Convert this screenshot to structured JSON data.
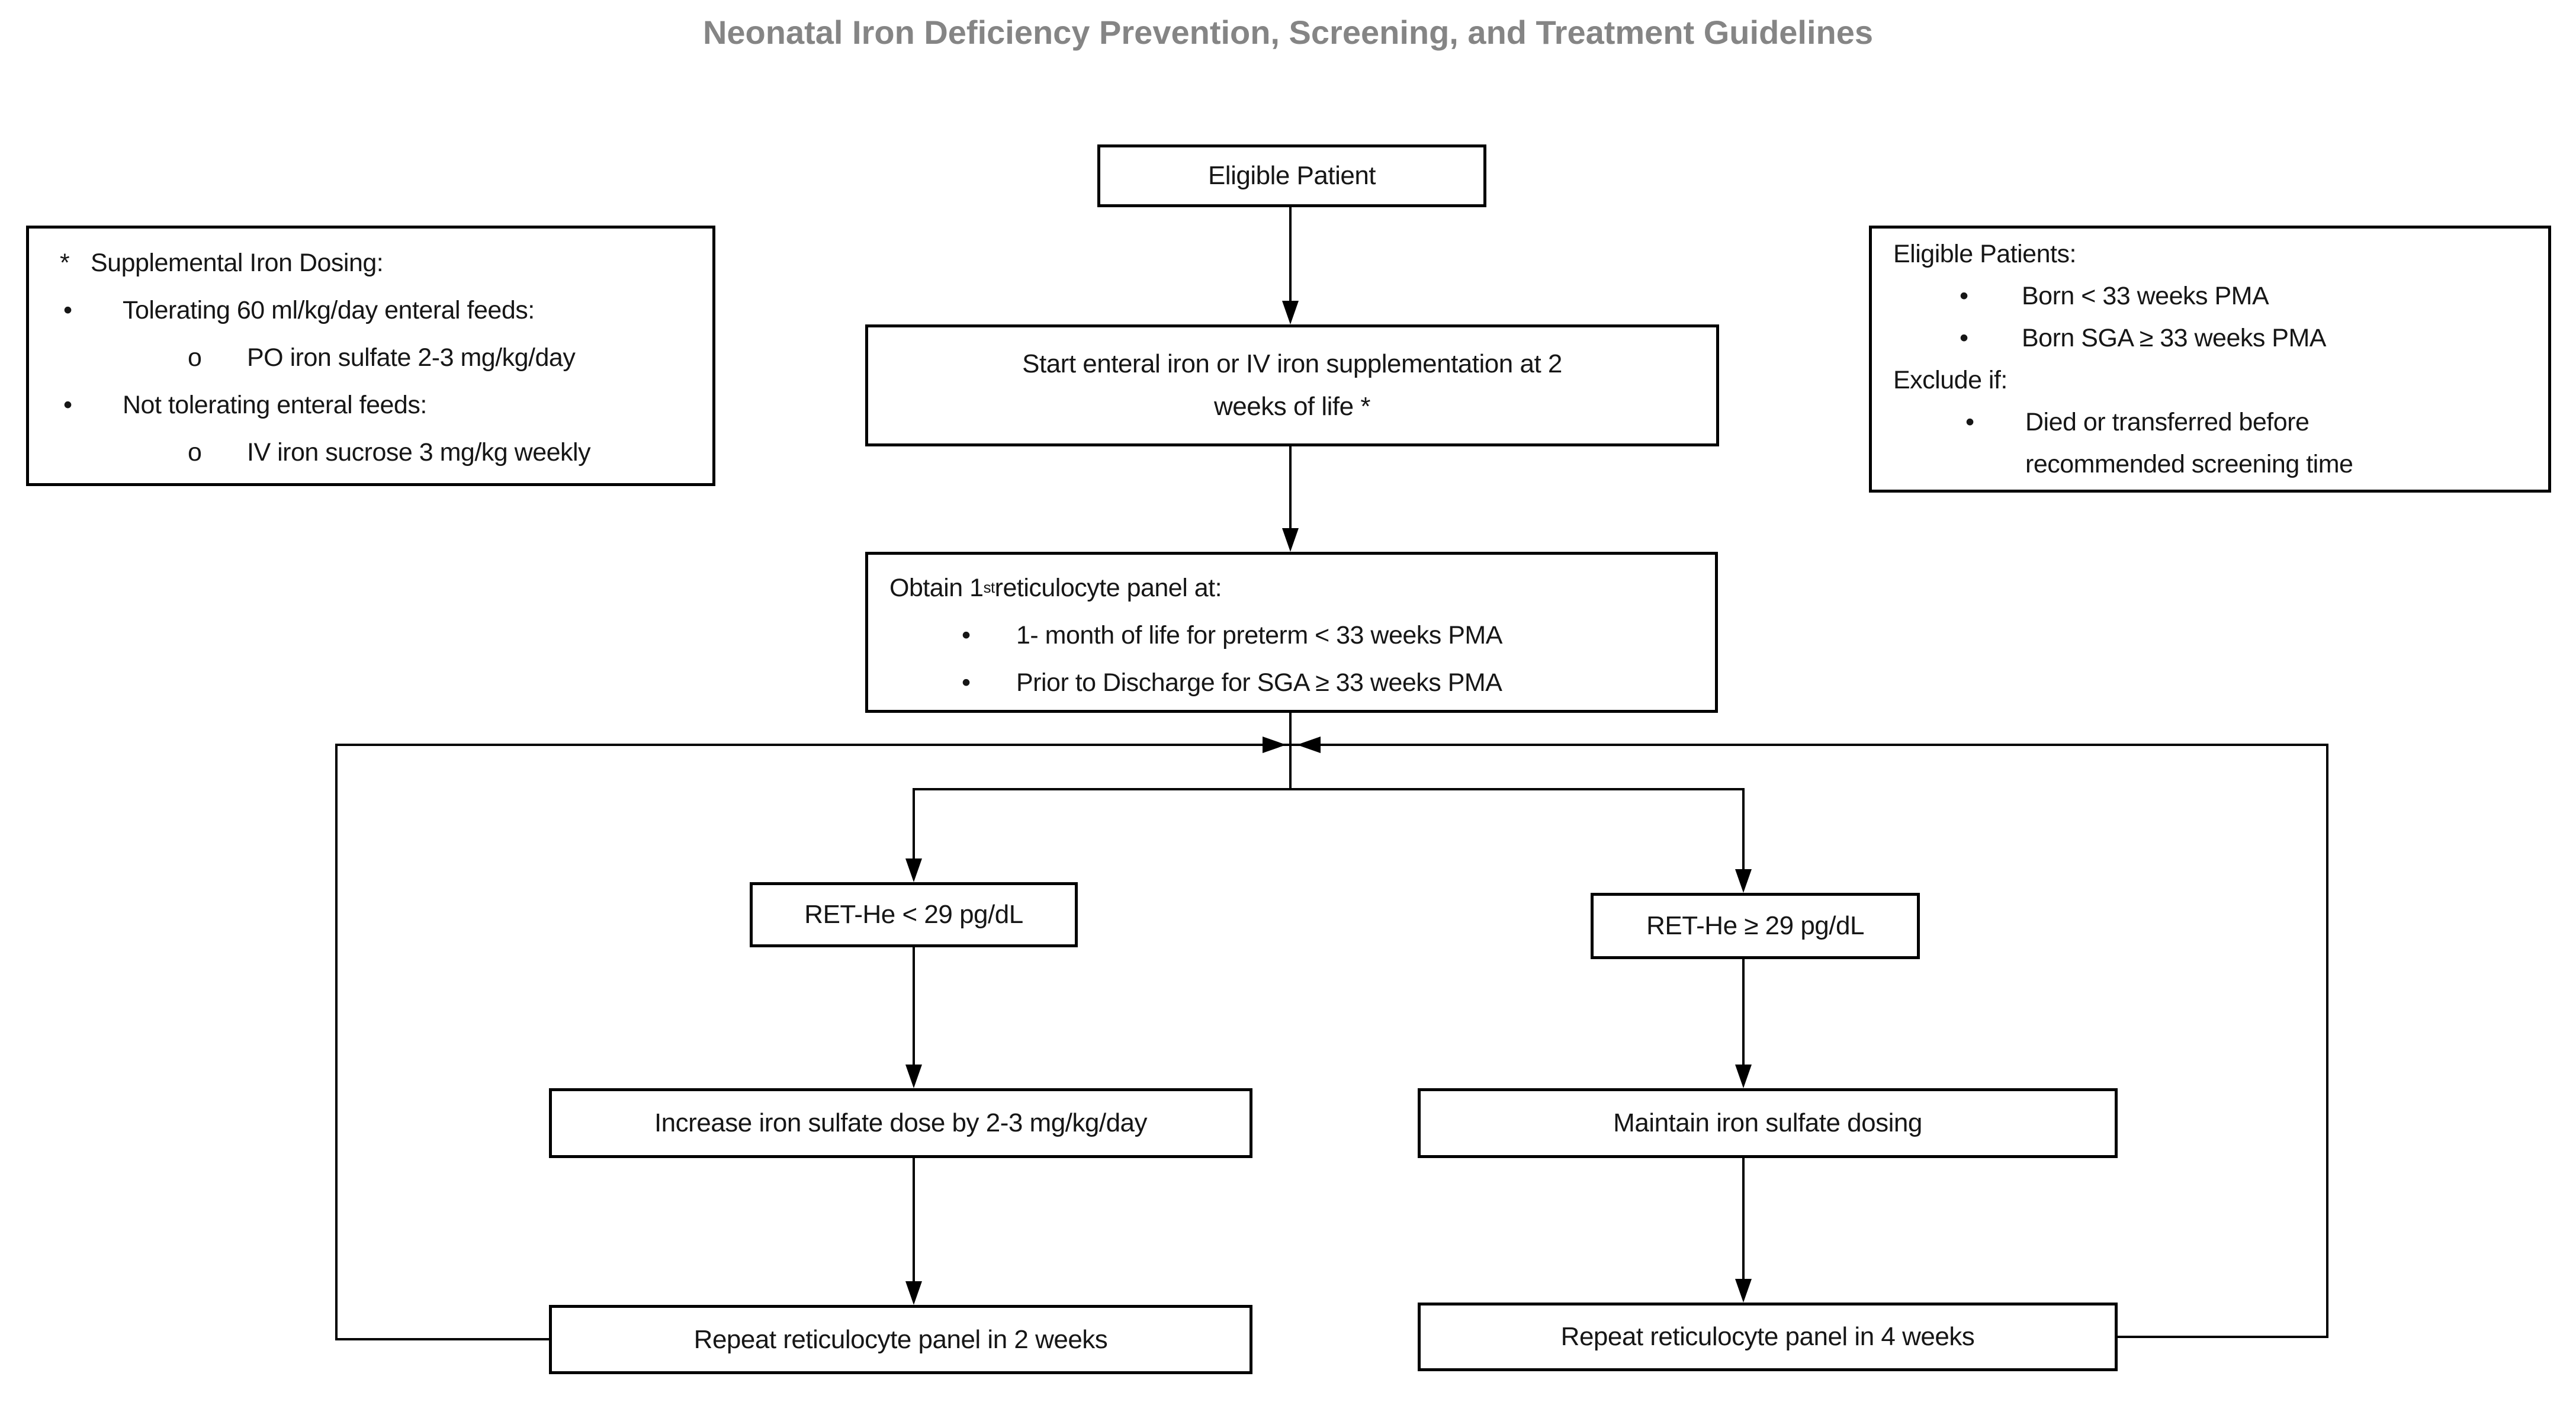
{
  "title": "Neonatal Iron Deficiency Prevention, Screening, and Treatment Guidelines",
  "colors": {
    "page_bg": "#ffffff",
    "box_bg": "#ffffff",
    "line": "#000000",
    "title_text": "#858585",
    "text": "#161616"
  },
  "supplemental": {
    "marker": "*",
    "heading": "Supplemental Iron Dosing:",
    "items": [
      {
        "marker": "•",
        "text": "Tolerating 60 ml/kg/day enteral feeds:"
      },
      {
        "marker": "o",
        "text": "PO iron sulfate 2-3 mg/kg/day"
      },
      {
        "marker": "•",
        "text": "Not tolerating enteral feeds:"
      },
      {
        "marker": "o",
        "text": "IV iron sucrose 3 mg/kg weekly"
      }
    ]
  },
  "eligibility": {
    "heading": "Eligible Patients:",
    "bullets": [
      {
        "marker": "•",
        "text": "Born < 33 weeks PMA"
      },
      {
        "marker": "•",
        "text": "Born SGA ≥ 33 weeks PMA"
      }
    ],
    "exclude_heading": "Exclude if:",
    "exclude_bullet": {
      "marker": "•",
      "text": "Died or transferred before",
      "text2": "recommended screening time"
    }
  },
  "flow": {
    "eligible_patient": "Eligible Patient",
    "start_line1": "Start enteral iron or IV iron supplementation at 2",
    "start_line2": "weeks of life *",
    "obtain": {
      "prefix": "Obtain 1",
      "sup": "st",
      "suffix": " reticulocyte panel at:",
      "bullets": [
        {
          "marker": "•",
          "text": "1- month of life for preterm < 33 weeks PMA"
        },
        {
          "marker": "•",
          "text": "Prior to Discharge for SGA ≥ 33 weeks PMA"
        }
      ]
    },
    "ret_low": "RET-He < 29 pg/dL",
    "ret_high": "RET-He ≥ 29 pg/dL",
    "increase": "Increase iron sulfate dose by 2-3 mg/kg/day",
    "maintain": "Maintain iron sulfate dosing",
    "repeat_2wk": "Repeat reticulocyte panel in 2 weeks",
    "repeat_4wk": "Repeat reticulocyte panel in 4 weeks"
  }
}
